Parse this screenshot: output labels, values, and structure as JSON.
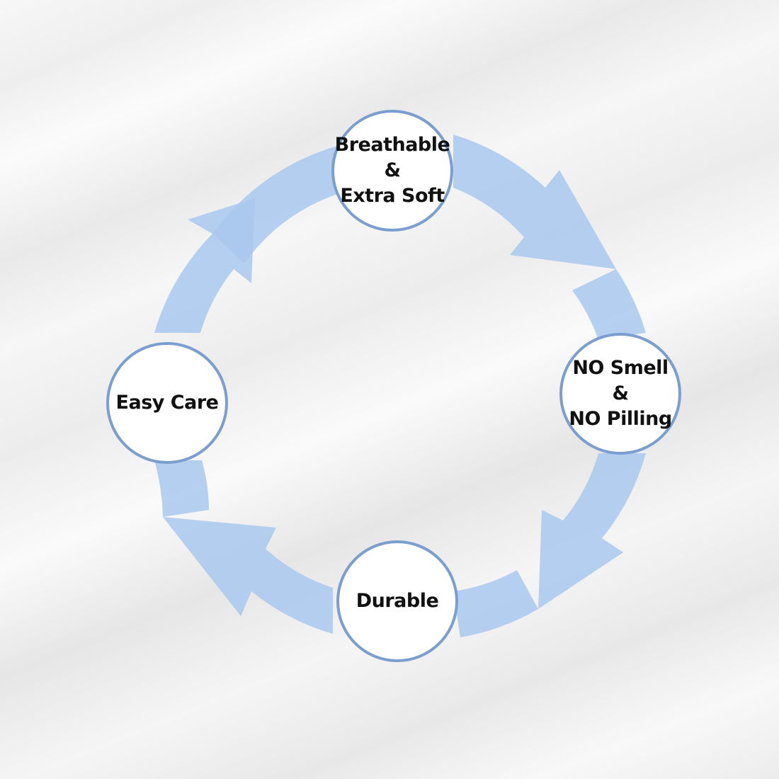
{
  "colors": {
    "ring": "#a9c8ef",
    "node_border": "#7a9fcf",
    "node_fill": "#ffffff",
    "text": "#111111"
  },
  "nodes": {
    "top": {
      "label": "Breathable\n&\nExtra Soft"
    },
    "right": {
      "label": "NO Smell\n&\nNO Pilling"
    },
    "bottom": {
      "label": "Durable"
    },
    "left": {
      "label": "Easy Care"
    }
  }
}
